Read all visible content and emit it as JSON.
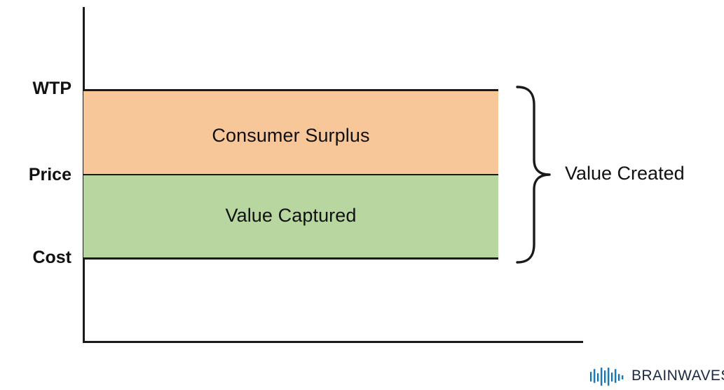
{
  "chart_data": {
    "type": "bar",
    "title": "",
    "subtitle": "",
    "xlabel": "",
    "ylabel": "",
    "orientation": "vertical-stacked",
    "axis_tick_labels": [
      "WTP",
      "Price",
      "Cost"
    ],
    "axis_values": {
      "wtp": "WTP",
      "price": "Price",
      "cost": "Cost"
    },
    "segments": [
      {
        "name": "Consumer Surplus",
        "label": "Consumer Surplus",
        "from": "Price",
        "to": "WTP",
        "color": "#f7c79a"
      },
      {
        "name": "Value Captured",
        "label": "Value Captured",
        "from": "Cost",
        "to": "Price",
        "color": "#b8d6a0"
      }
    ],
    "annotations": [
      {
        "label": "Value Created",
        "spans": [
          "Consumer Surplus",
          "Value Captured"
        ],
        "marker": "curly-brace"
      }
    ],
    "grid": false,
    "legend": false
  },
  "diagram": {
    "axis_labels": {
      "wtp": "WTP",
      "price": "Price",
      "cost": "Cost"
    },
    "bars": {
      "consumer_surplus": "Consumer Surplus",
      "value_captured": "Value Captured"
    },
    "bracket_label": "Value Created"
  },
  "branding": {
    "name": "BRAINWAVES",
    "mark": "waveform-icon"
  },
  "colors": {
    "surplus_fill": "#f7c79a",
    "captured_fill": "#b8d6a0",
    "stroke": "#1a1a1a",
    "text": "#111111",
    "logo_dark": "#1b2a41",
    "logo_light": "#3fb6e8",
    "background": "#ffffff"
  }
}
